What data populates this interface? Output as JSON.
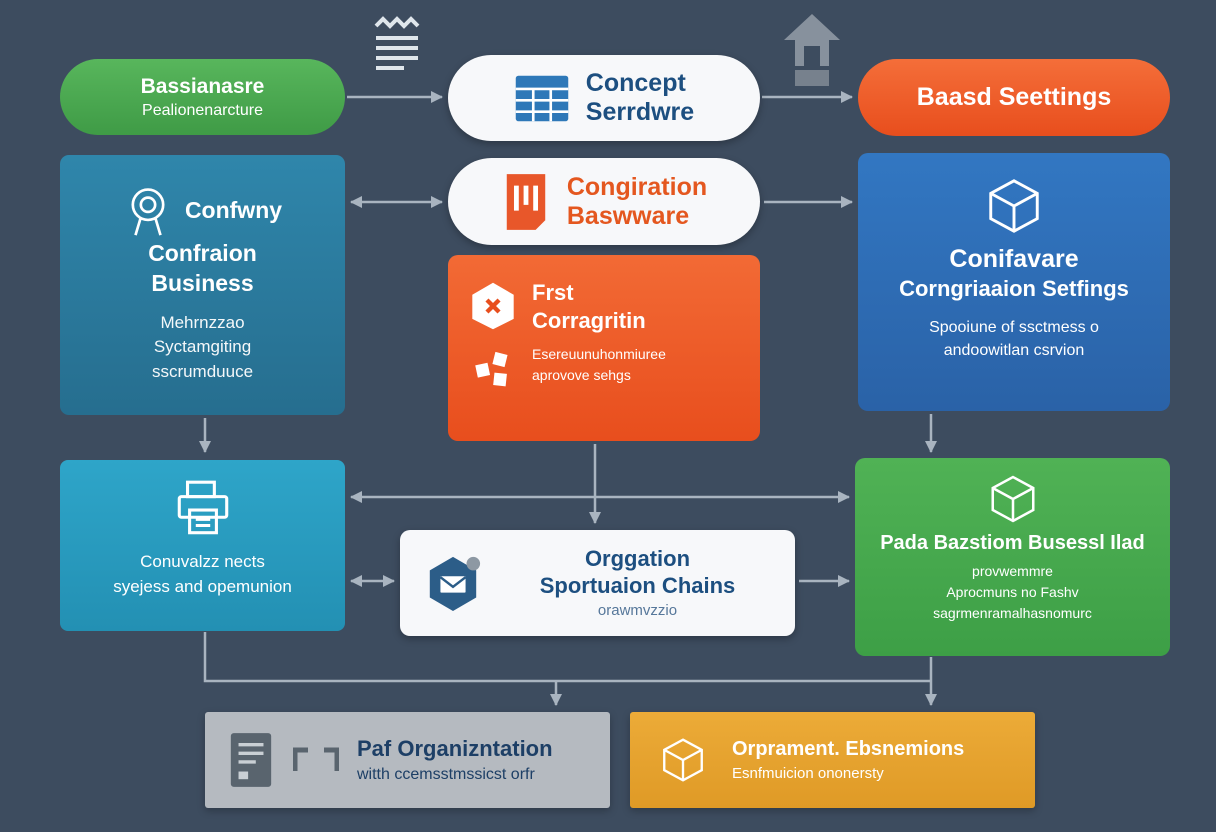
{
  "colors": {
    "background": "#3d4c5f",
    "green": "#4aa94e",
    "teal": "#2d7fa3",
    "teal_light": "#2a9cc2",
    "blue": "#2f6fb5",
    "orange": "#f05a28",
    "yellow": "#e8a62e",
    "gray": "#b5bac0",
    "white": "#f7f8fa",
    "arrow": "#a9b4c0",
    "navy_text": "#1d4f80",
    "orange_text": "#e4571f"
  },
  "icons": {
    "top_document": "document-lines-icon",
    "top_house": "house-icon",
    "concept": "table-grid-icon",
    "congiration": "flag-bars-icon",
    "company": "award-badge-icon",
    "first_hexagon": "hexagon-mark-icon",
    "first_squares": "squares-cluster-icon",
    "blue_cube": "cube-icon",
    "teal2_printer": "printer-icon",
    "org_hexagon_mail": "hexagon-mail-icon",
    "green_cube": "cube-icon",
    "gray_document": "document-icon",
    "gray_bracket": "bracket-icon",
    "yellow_cube": "cube-icon"
  },
  "nodes": {
    "pill_green": {
      "line1": "Bassianasre",
      "line2": "Pealionenarcture"
    },
    "pill_concept": {
      "line1": "Concept",
      "line2": "Serrdwre"
    },
    "pill_orange": {
      "line1": "Baasd Seettings"
    },
    "box_company": {
      "title1": "Confwny",
      "title2": "Confraion",
      "title3": "Business",
      "sub1": "Mehrnzzao",
      "sub2": "Syctamgiting",
      "sub3": "sscrumduuce"
    },
    "pill_congiration": {
      "line1": "Congiration",
      "line2": "Baswware"
    },
    "box_first": {
      "title1": "Frst",
      "title2": "Corragritin",
      "sub1": "Esereuunuhonmiuree",
      "sub2": "aprovove sehgs"
    },
    "box_blue": {
      "title1": "Conifavare",
      "title2": "Corngriaaion Setfings",
      "sub1": "Spooiune of ssctmess o",
      "sub2": "andoowitlan csrvion"
    },
    "box_teal2": {
      "line1": "Conuvalzz nects",
      "line2": "syejess and opemunion"
    },
    "box_org": {
      "title1": "Orggation",
      "title2": "Sportuaion Chains",
      "sub1": "orawmvzzio"
    },
    "box_green2": {
      "title1": "Pada Bazstiom Busessl Ilad",
      "sub1": "provwemmre",
      "sub2": "Aprocmuns no Fashv",
      "sub3": "sagrmenramalhasnomurc"
    },
    "box_gray": {
      "title1": "Paf Organizntation",
      "sub1": "witth ccemsstmssicst orfr"
    },
    "box_yellow": {
      "title1": "Orprament. Ebsnemions",
      "sub1": "Esnfmuicion ononersty"
    }
  }
}
